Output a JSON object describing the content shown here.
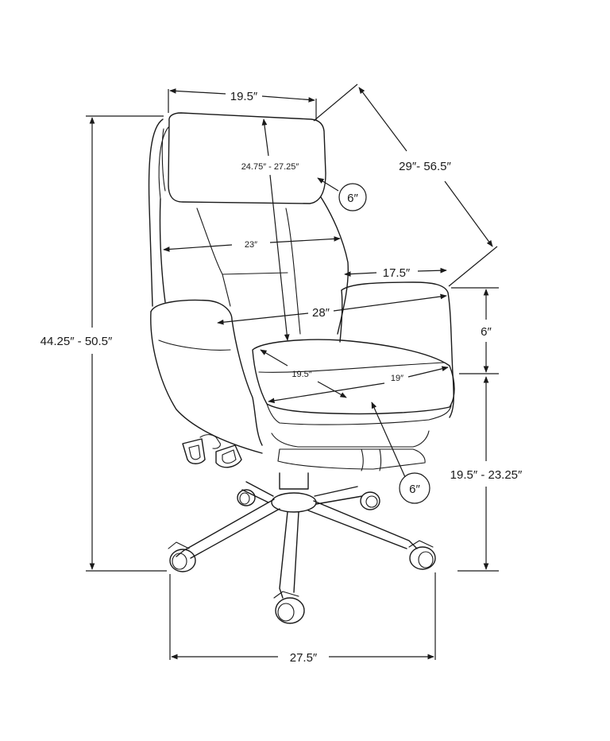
{
  "dimensions": {
    "top_width": "19.5″",
    "headrest_to_seat": "24.75″ - 27.25″",
    "recline_depth": "29″- 56.5″",
    "headrest_thickness": "6″",
    "back_width": "23″",
    "arm_length": "17.5″",
    "overall_width_arms": "28″",
    "arm_height": "6″",
    "seat_depth": "19.5″",
    "seat_width": "19″",
    "overall_height": "44.25″ - 50.5″",
    "seat_height": "19.5″ - 23.25″",
    "footrest_height": "6″",
    "base_width": "27.5″"
  }
}
